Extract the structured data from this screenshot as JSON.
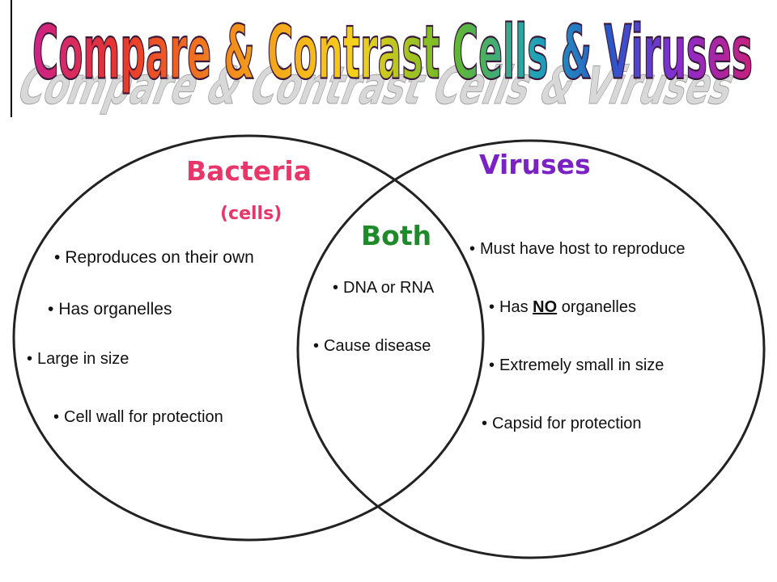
{
  "title": "Compare & Contrast Cells & Viruses",
  "colors": {
    "bacteria": "#e8366a",
    "viruses": "#7a22c4",
    "both": "#1e8a2a",
    "title_gradient": [
      "#cc2288",
      "#e8352b",
      "#f39a1a",
      "#f4d21b",
      "#66b82a",
      "#1fa3b8",
      "#2a57c8",
      "#8a2bd0",
      "#c8207a"
    ]
  },
  "bacteria": {
    "heading": "Bacteria",
    "subheading": "(cells)",
    "items": [
      "Reproduces on their own",
      "Has organelles",
      "Large in size",
      "Cell wall for protection"
    ]
  },
  "both": {
    "heading": "Both",
    "items": [
      "DNA or RNA",
      "Cause disease"
    ]
  },
  "viruses": {
    "heading": "Viruses",
    "items": [
      {
        "prefix": "Must have host to reproduce",
        "emph": "",
        "suffix": ""
      },
      {
        "prefix": "Has ",
        "emph": "NO",
        "suffix": " organelles"
      },
      {
        "prefix": "Extremely small in size",
        "emph": "",
        "suffix": ""
      },
      {
        "prefix": "Capsid for protection",
        "emph": "",
        "suffix": ""
      }
    ]
  },
  "bullet": "•"
}
